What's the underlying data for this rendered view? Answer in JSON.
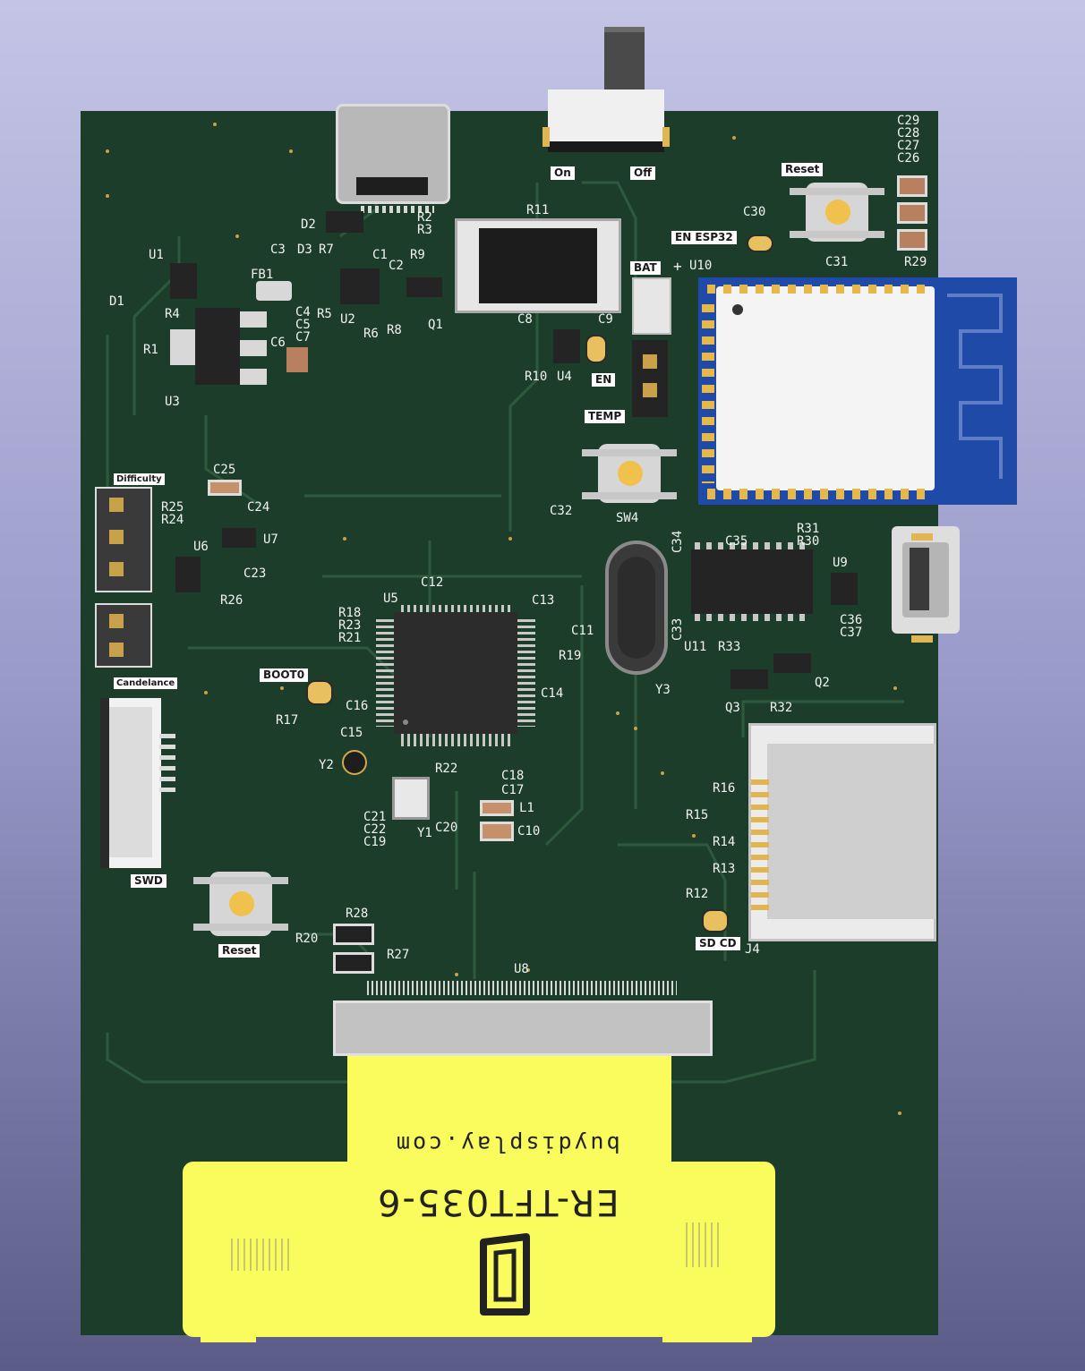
{
  "board": {
    "silk_labels": {
      "on": "On",
      "off": "Off",
      "reset_top": "Reset",
      "en_esp32": "EN ESP32",
      "bat": "BAT",
      "en": "EN",
      "temp": "TEMP",
      "difficulty": "Difficulty",
      "candelance": "Candelance",
      "boot0": "BOOT0",
      "swd": "SWD",
      "reset_bottom": "Reset",
      "sd_cd": "SD CD",
      "plus": "+",
      "minus": "−"
    },
    "refs": {
      "C29": "C29",
      "C28": "C28",
      "C27": "C27",
      "C26": "C26",
      "C30": "C30",
      "C31": "C31",
      "R29": "R29",
      "U10": "U10",
      "R11": "R11",
      "D2": "D2",
      "R2": "R2",
      "R3": "R3",
      "C3": "C3",
      "D3": "D3",
      "R7": "R7",
      "C1": "C1",
      "R9": "R9",
      "C2": "C2",
      "U1": "U1",
      "FB1": "FB1",
      "D1": "D1",
      "R4": "R4",
      "C4": "C4",
      "C5": "C5",
      "R5": "R5",
      "U2": "U2",
      "R6": "R6",
      "R8": "R8",
      "Q1": "Q1",
      "C8": "C8",
      "C9": "C9",
      "R1": "R1",
      "C6": "C6",
      "C7": "C7",
      "R10": "R10",
      "U4": "U4",
      "U3": "U3",
      "C25": "C25",
      "C24": "C24",
      "R25": "R25",
      "R24": "R24",
      "U7": "U7",
      "U6": "U6",
      "C23": "C23",
      "R26": "R26",
      "C32": "C32",
      "SW4": "SW4",
      "R31": "R31",
      "C35": "C35",
      "R30": "R30",
      "C34": "C34",
      "U9": "U9",
      "C12": "C12",
      "U5": "U5",
      "C13": "C13",
      "R18": "R18",
      "R23": "R23",
      "R21": "R21",
      "C11": "C11",
      "R19": "R19",
      "C33": "C33",
      "C36": "C36",
      "C37": "C37",
      "U11": "U11",
      "R33": "R33",
      "Y3": "Y3",
      "Q2": "Q2",
      "Q3": "Q3",
      "R32": "R32",
      "R17": "R17",
      "C16": "C16",
      "C14": "C14",
      "C15": "C15",
      "Y2": "Y2",
      "R22": "R22",
      "C18": "C18",
      "C17": "C17",
      "L1": "L1",
      "R16": "R16",
      "R15": "R15",
      "R14": "R14",
      "C21": "C21",
      "C22": "C22",
      "C19": "C19",
      "Y1": "Y1",
      "C20": "C20",
      "C10": "C10",
      "R13": "R13",
      "R12": "R12",
      "R28": "R28",
      "R20": "R20",
      "R27": "R27",
      "U8": "U8",
      "J4": "J4"
    },
    "flex": {
      "brand": "buydisplay.com",
      "model": "ER-TFT035-6"
    }
  }
}
